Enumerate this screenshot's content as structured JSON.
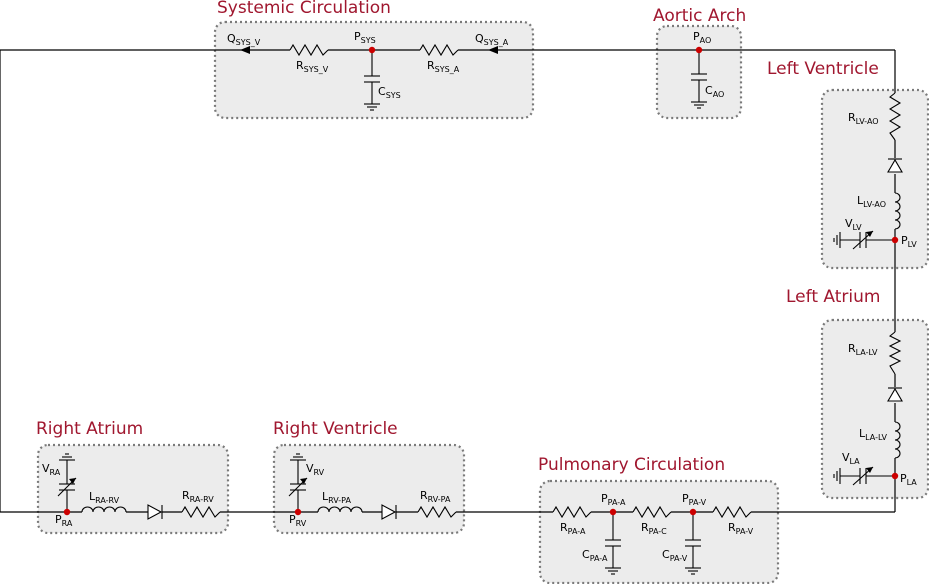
{
  "sections": {
    "systemic": "Systemic Circulation",
    "aortic": "Aortic Arch",
    "left_ventricle": "Left Ventricle",
    "left_atrium": "Left Atrium",
    "right_atrium": "Right Atrium",
    "right_ventricle": "Right Ventricle",
    "pulmonary": "Pulmonary Circulation"
  },
  "labels": {
    "q_sys_v": {
      "main": "Q",
      "sub": "SYS_V"
    },
    "p_sys": {
      "main": "P",
      "sub": "SYS"
    },
    "q_sys_a": {
      "main": "Q",
      "sub": "SYS_A"
    },
    "r_sys_v": {
      "main": "R",
      "sub": "SYS_V"
    },
    "r_sys_a": {
      "main": "R",
      "sub": "SYS_A"
    },
    "c_sys": {
      "main": "C",
      "sub": "SYS"
    },
    "p_ao": {
      "main": "P",
      "sub": "AO"
    },
    "c_ao": {
      "main": "C",
      "sub": "AO"
    },
    "r_lv_ao": {
      "main": "R",
      "sub": "LV-AO"
    },
    "l_lv_ao": {
      "main": "L",
      "sub": "LV-AO"
    },
    "v_lv": {
      "main": "V",
      "sub": "LV"
    },
    "p_lv": {
      "main": "P",
      "sub": "LV"
    },
    "r_la_lv": {
      "main": "R",
      "sub": "LA-LV"
    },
    "l_la_lv": {
      "main": "L",
      "sub": "LA-LV"
    },
    "v_la": {
      "main": "V",
      "sub": "LA"
    },
    "p_la": {
      "main": "P",
      "sub": "LA"
    },
    "v_ra": {
      "main": "V",
      "sub": "RA"
    },
    "p_ra": {
      "main": "P",
      "sub": "RA"
    },
    "l_ra_rv": {
      "main": "L",
      "sub": "RA-RV"
    },
    "r_ra_rv": {
      "main": "R",
      "sub": "RA-RV"
    },
    "v_rv": {
      "main": "V",
      "sub": "RV"
    },
    "p_rv": {
      "main": "P",
      "sub": "RV"
    },
    "l_rv_pa": {
      "main": "L",
      "sub": "RV-PA"
    },
    "r_rv_pa": {
      "main": "R",
      "sub": "RV-PA"
    },
    "p_pa_a": {
      "main": "P",
      "sub": "PA-A"
    },
    "p_pa_v": {
      "main": "P",
      "sub": "PA-V"
    },
    "r_pa_a": {
      "main": "R",
      "sub": "PA-A"
    },
    "r_pa_c": {
      "main": "R",
      "sub": "PA-C"
    },
    "r_pa_v": {
      "main": "R",
      "sub": "PA-V"
    },
    "c_pa_a": {
      "main": "C",
      "sub": "PA-A"
    },
    "c_pa_v": {
      "main": "C",
      "sub": "PA-V"
    }
  },
  "colors": {
    "title": "#a0172f",
    "node": "#cc0000",
    "box_fill": "#ececec",
    "box_border": "#7a7a7a"
  }
}
